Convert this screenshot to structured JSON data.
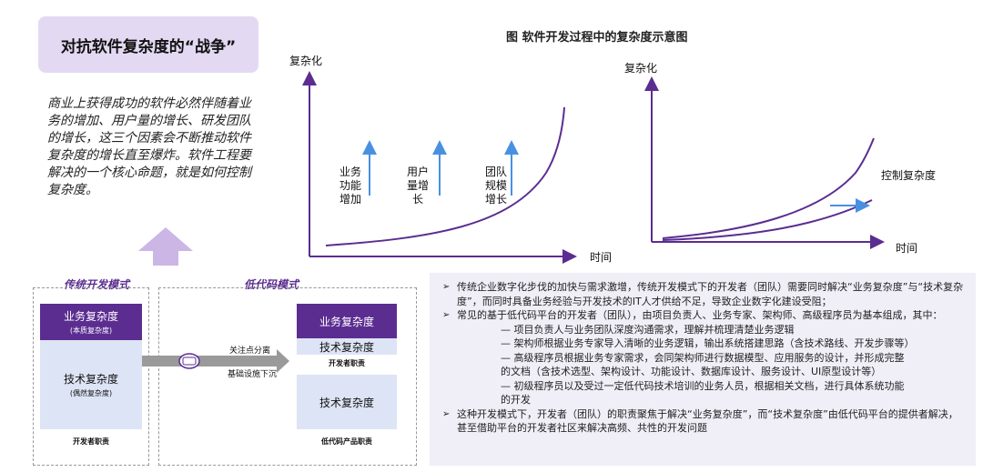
{
  "title": "对抗软件复杂度的“战争”",
  "intro": "商业上获得成功的软件必然伴随着业务的增加、用户量的增长、研发团队的增长，这三个因素会不断推动软件复杂度的增长直至爆炸。软件工程要解决的一个核心命题，就是如何控制复杂度。",
  "figure_title": "图 软件开发过程中的复杂度示意图",
  "chart_left": {
    "ylabel": "复杂化",
    "xlabel": "时间",
    "factors": [
      "业务\n功能\n增加",
      "用户\n量增\n长",
      "团队\n规模\n增长"
    ]
  },
  "chart_right": {
    "ylabel": "复杂化",
    "xlabel": "时间",
    "annotation": "控制复杂度"
  },
  "traditional": {
    "heading": "传统开发模式",
    "business": "业务复杂度",
    "business_sub": "(本质复杂度)",
    "tech": "技术复杂度",
    "tech_sub": "(偶然复杂度)",
    "footer": "开发者职责"
  },
  "lowcode": {
    "heading": "低代码模式",
    "business": "业务复杂度",
    "tech_top": "技术复杂度",
    "dev_label": "开发者职责",
    "tech_bottom": "技术复杂度",
    "footer": "低代码产品职责"
  },
  "arrow_notes": {
    "top": "关注点分离",
    "bottom": "基础设施下沉"
  },
  "panel": {
    "p1": "传统企业数字化步伐的加快与需求激增，传统开发模式下的开发者（团队）需要同时解决“业务复杂度”与“技术复杂度”，而同时具备业务经验与开发技术的IT人才供给不足，导致企业数字化建设受阻；",
    "p2": "常见的基于低代码平台的开发者（团队），由项目负责人、业务专家、架构师、高级程序员为基本组成，其中：",
    "s1": "— 项目负责人与业务团队深度沟通需求，理解并梳理清楚业务逻辑",
    "s2": "— 架构师根据业务专家导入清晰的业务逻辑，输出系统搭建思路（含技术路线、开发步骤等）",
    "s3a": "— 高级程序员根据业务专家需求，会同架构师进行数据模型、应用服务的设计，并形成完整",
    "s3b": "的文档（含技术选型、架构设计、功能设计、数据库设计、服务设计、UI原型设计等）",
    "s4a": "— 初级程序员以及受过一定低代码技术培训的业务人员，根据相关文档，进行具体系统功能",
    "s4b": "的开发",
    "p3": "这种开发模式下，开发者（团队）的职责聚焦于解决“业务复杂度”，而“技术复杂度”由低代码平台的提供者解决，甚至借助平台的开发者社区来解决高频、共性的开发问题"
  },
  "colors": {
    "accent": "#5b2d91",
    "light_purple": "#e4d9f2",
    "light_blue": "#dde4f5",
    "arrow_blue": "#4a90e2",
    "panel_bg": "#f0eef7"
  }
}
